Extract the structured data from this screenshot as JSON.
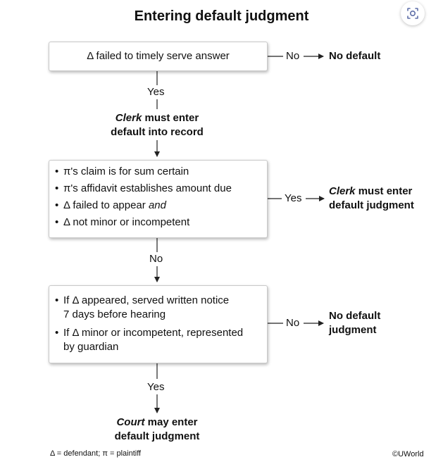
{
  "title": "Entering default judgment",
  "step1": {
    "box": "Δ failed to timely serve answer",
    "no_label": "No",
    "no_result": "No default",
    "yes_label": "Yes"
  },
  "clerk_default": {
    "italic": "Clerk",
    "rest_line1": " must enter",
    "line2": "default into record"
  },
  "step2": {
    "bullet": "•",
    "items": [
      "π's claim is for sum certain",
      "π's affidavit establishes amount due",
      "Δ failed to appear",
      "Δ not minor or incompetent"
    ],
    "item3_italic": "and",
    "yes_label": "Yes",
    "yes_result_italic": "Clerk",
    "yes_result_rest": " must enter",
    "yes_result_line2": "default judgment",
    "no_label": "No"
  },
  "step3": {
    "items": [
      {
        "line1": "If Δ appeared, served written notice",
        "line2": "7 days before hearing"
      },
      {
        "line1": "If Δ minor or incompetent, represented",
        "line2": "by guardian"
      }
    ],
    "no_label": "No",
    "no_result_line1": "No default",
    "no_result_line2": "judgment",
    "yes_label": "Yes"
  },
  "court": {
    "italic": "Court",
    "rest_line1": " may enter",
    "line2": "default judgment"
  },
  "footer": {
    "legend": "Δ = defendant;  π = plaintiff",
    "credit": "©UWorld"
  },
  "corner_button_icon": "screen-capture-icon",
  "colors": {
    "line": "#222222",
    "box_border": "#c9c9c9"
  }
}
